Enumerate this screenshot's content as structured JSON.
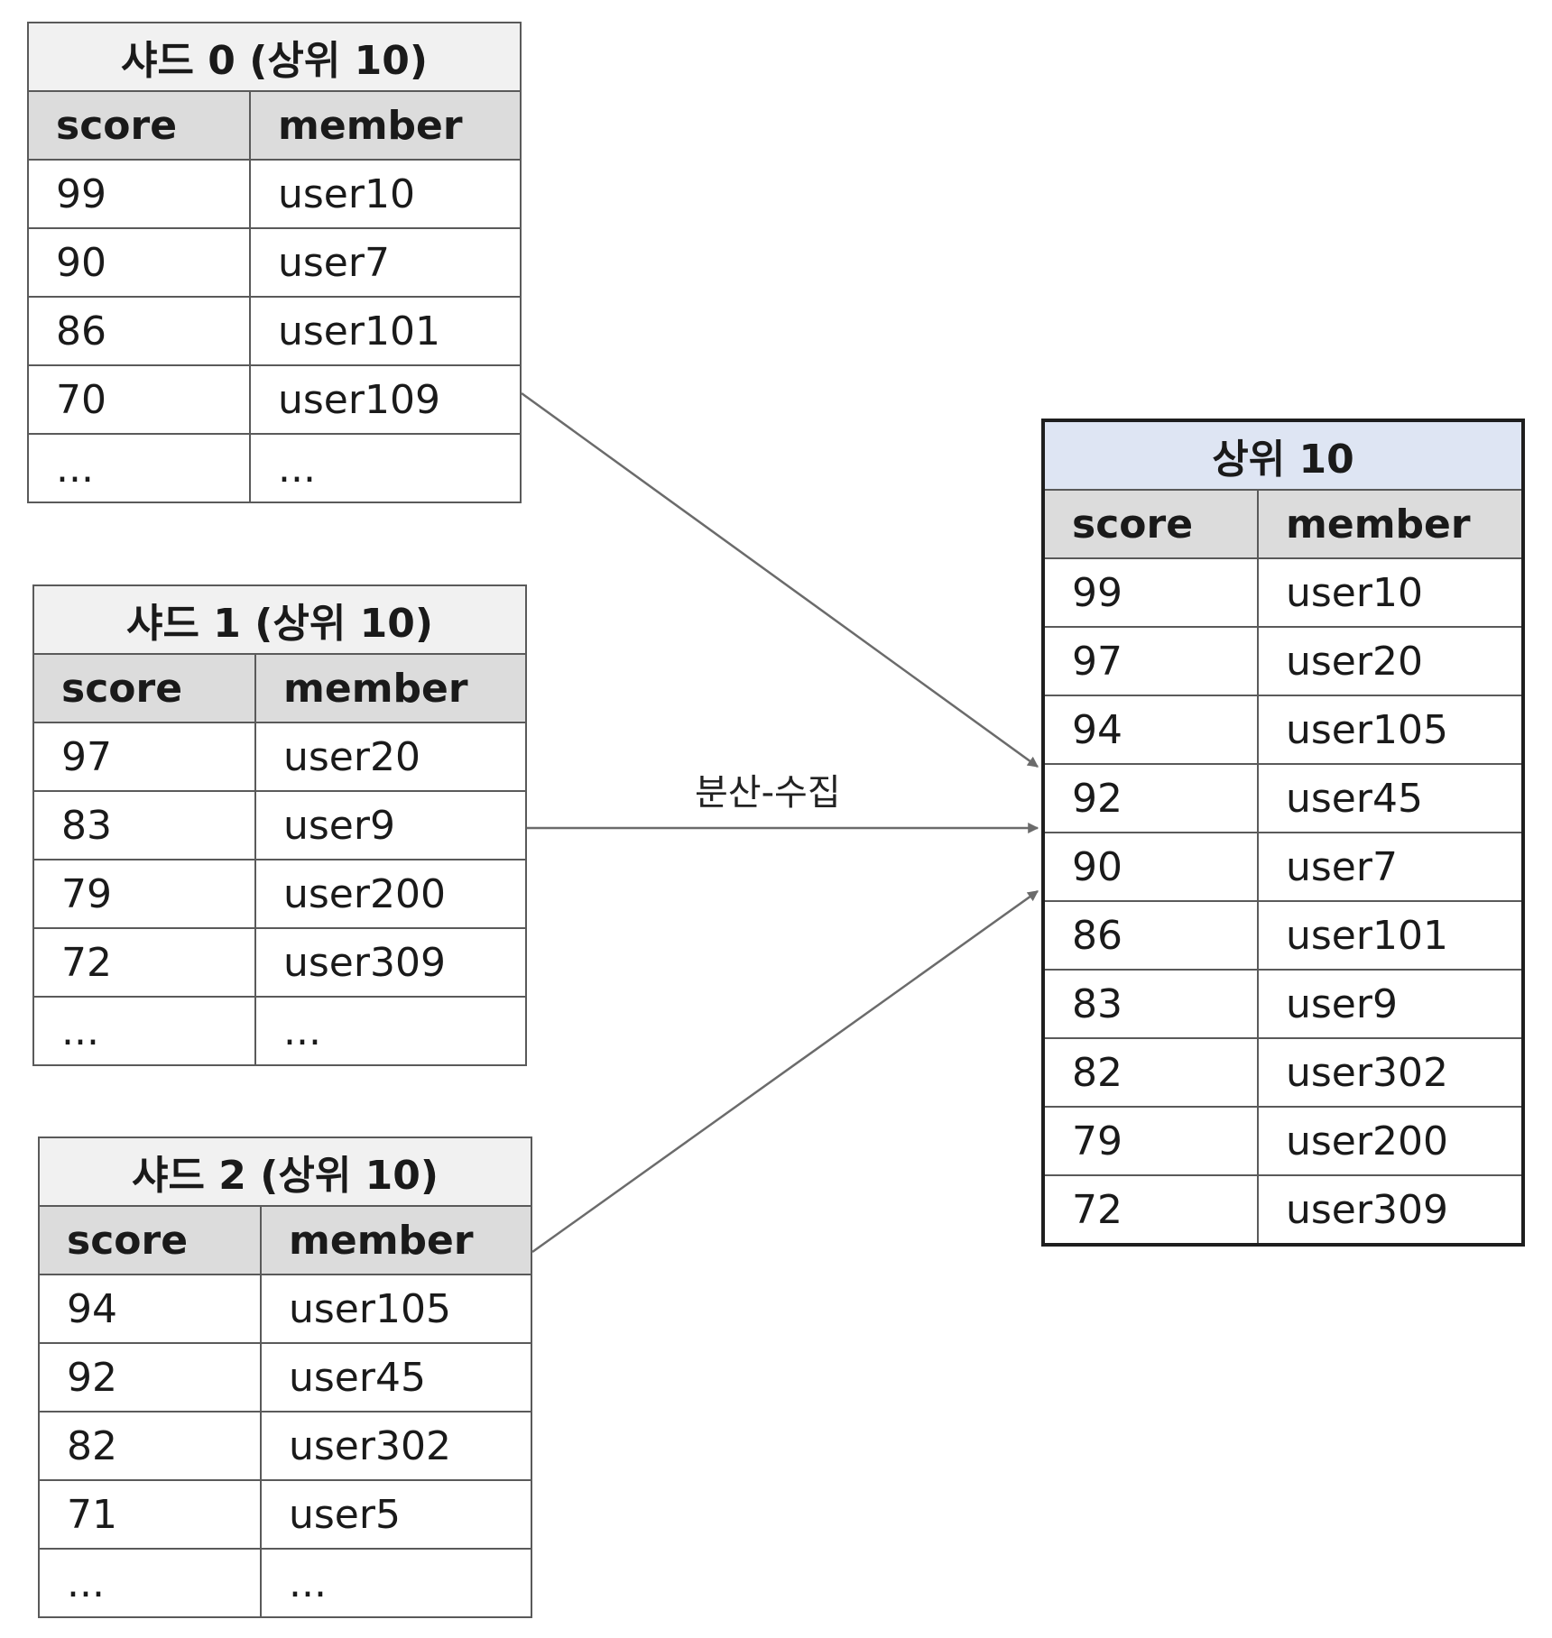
{
  "tables": [
    {
      "title": "샤드 0 (상위 10)",
      "header": {
        "score": "score",
        "member": "member"
      },
      "rows": [
        {
          "score": "99",
          "member": "user10"
        },
        {
          "score": "90",
          "member": "user7"
        },
        {
          "score": "86",
          "member": "user101"
        },
        {
          "score": "70",
          "member": "user109"
        },
        {
          "score": "...",
          "member": "..."
        }
      ]
    },
    {
      "title": "샤드 1 (상위 10)",
      "header": {
        "score": "score",
        "member": "member"
      },
      "rows": [
        {
          "score": "97",
          "member": "user20"
        },
        {
          "score": "83",
          "member": "user9"
        },
        {
          "score": "79",
          "member": "user200"
        },
        {
          "score": "72",
          "member": "user309"
        },
        {
          "score": "...",
          "member": "..."
        }
      ]
    },
    {
      "title": "샤드 2 (상위 10)",
      "header": {
        "score": "score",
        "member": "member"
      },
      "rows": [
        {
          "score": "94",
          "member": "user105"
        },
        {
          "score": "92",
          "member": "user45"
        },
        {
          "score": "82",
          "member": "user302"
        },
        {
          "score": "71",
          "member": "user5"
        },
        {
          "score": "...",
          "member": "..."
        }
      ]
    }
  ],
  "result": {
    "title": "상위 10",
    "header": {
      "score": "score",
      "member": "member"
    },
    "rows": [
      {
        "score": "99",
        "member": "user10"
      },
      {
        "score": "97",
        "member": "user20"
      },
      {
        "score": "94",
        "member": "user105"
      },
      {
        "score": "92",
        "member": "user45"
      },
      {
        "score": "90",
        "member": "user7"
      },
      {
        "score": "86",
        "member": "user101"
      },
      {
        "score": "83",
        "member": "user9"
      },
      {
        "score": "82",
        "member": "user302"
      },
      {
        "score": "79",
        "member": "user200"
      },
      {
        "score": "72",
        "member": "user309"
      }
    ]
  },
  "arrow_label": "분산-수집",
  "colors": {
    "border": "#5a5a5a",
    "title_bg": "#f1f1f1",
    "header_bg": "#dcdcdc",
    "result_title_bg": "#dee5f3",
    "arrow": "#6b6b6b"
  }
}
